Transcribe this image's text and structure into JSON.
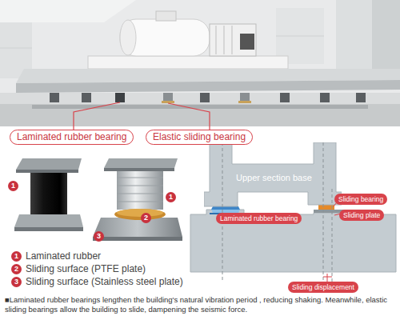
{
  "diagram": {
    "caption": "■Laminated rubber bearings lengthen the building's natural vibration period , reducing shaking. Meanwhile, elastic sliding bearings allow the building to slide, dampening the seismic force.",
    "nodes": [
      {
        "text": [
          "Laminated rubber bearing"
        ]
      },
      {
        "text": [
          "Elastic sliding bearing"
        ]
      },
      {
        "text": [
          "Upper section base"
        ]
      },
      {
        "text": [
          "Laminated rubber bearing"
        ]
      },
      {
        "text": [
          "Sliding bearing"
        ]
      },
      {
        "text": [
          "Sliding plate"
        ]
      },
      {
        "text": [
          "Sliding displacement"
        ]
      }
    ],
    "labels": [
      "1",
      "1",
      "2",
      "3",
      "1",
      "Laminated rubber",
      "2",
      "Sliding surface (PTFE plate)",
      "3",
      "Sliding surface (Stainless steel plate)"
    ]
  }
}
